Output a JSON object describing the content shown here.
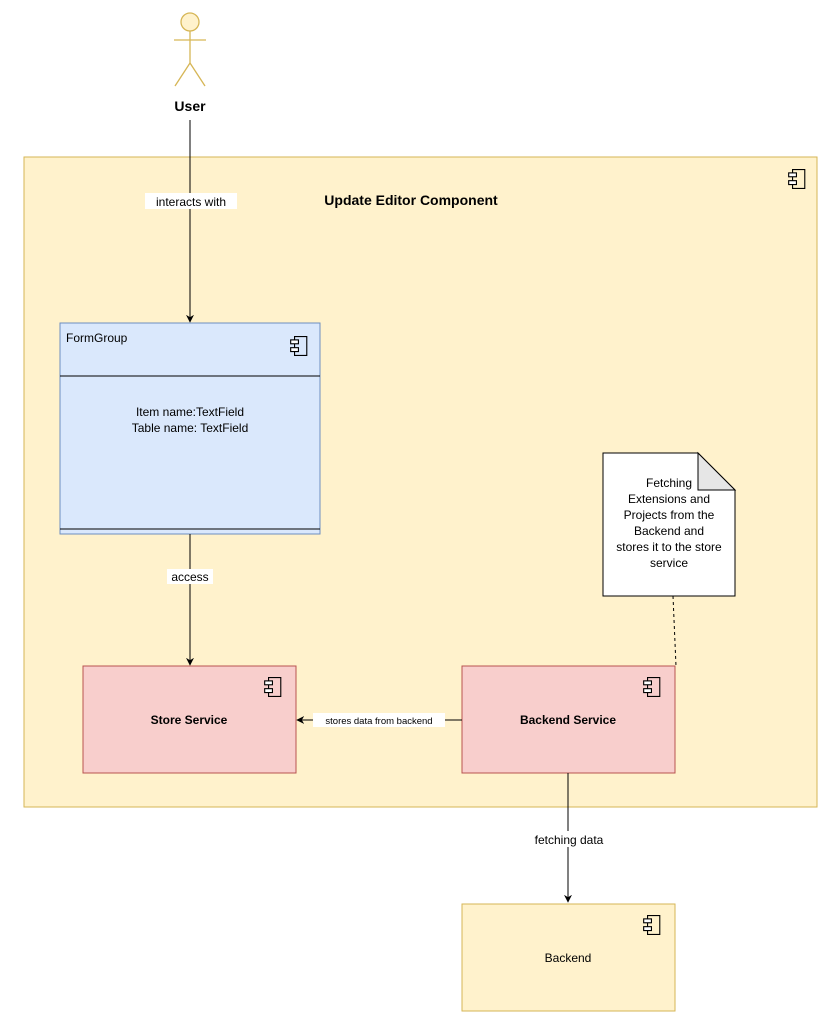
{
  "actor": {
    "label": "User",
    "color": "#d6b656"
  },
  "container": {
    "title": "Update Editor Component",
    "fill": "#fff2cc",
    "stroke": "#d6b656"
  },
  "form_group": {
    "title": "FormGroup",
    "lines": [
      "Item name:TextField",
      "Table name: TextField"
    ],
    "fill": "#dae8fc",
    "stroke": "#6c8ebf"
  },
  "store_service": {
    "label": "Store Service",
    "fill": "#f8cecc",
    "stroke": "#b85450"
  },
  "backend_service": {
    "label": "Backend Service",
    "fill": "#f8cecc",
    "stroke": "#b85450"
  },
  "backend": {
    "label": "Backend",
    "fill": "#fff2cc",
    "stroke": "#d6b656"
  },
  "note": {
    "lines": [
      "Fetching",
      "Extensions and",
      "Projects from the",
      "Backend and",
      "stores it to the store",
      "service"
    ]
  },
  "edges": {
    "user_to_form": "interacts with",
    "form_to_store": "access",
    "backend_service_to_store": "stores data from backend",
    "backend_service_to_backend": "fetching data"
  },
  "icons": {
    "component": "component-icon"
  }
}
